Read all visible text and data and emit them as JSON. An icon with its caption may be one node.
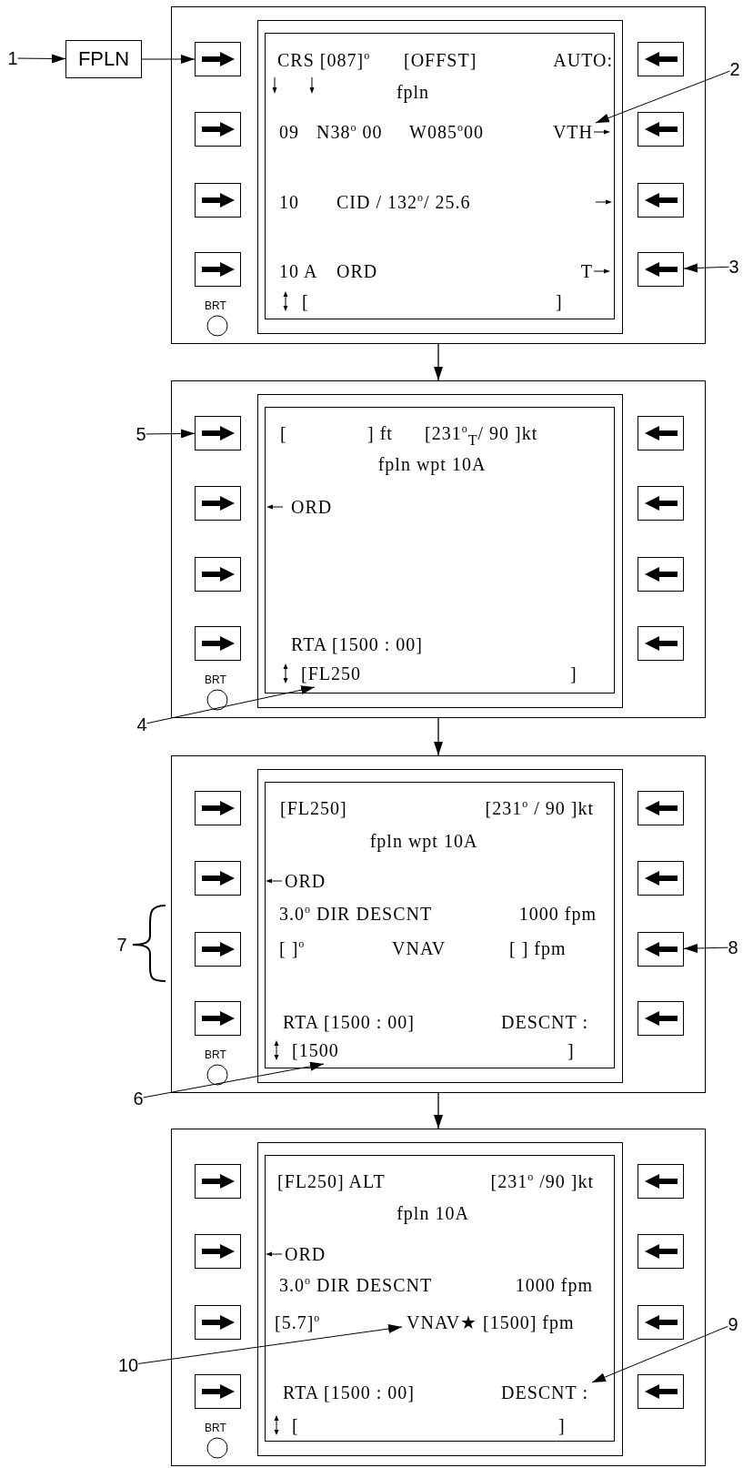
{
  "diagram": {
    "nodes": [
      {
        "text": [
          "1"
        ]
      },
      {
        "text": [
          "FPLN"
        ]
      },
      {
        "text": [
          "2"
        ]
      },
      {
        "text": [
          "3"
        ]
      },
      {
        "text": [],
        "shape": "box"
      },
      {
        "text": [
          "CRS [087]$^{o}$",
          "[OFFST]",
          "AUTO:",
          "fpln",
          "09",
          "N38$^{o}$ 00",
          "W085$^{o}$00",
          "VTH",
          "10",
          "CID / 132$^{o}$/ 25.6",
          "10 A",
          "ORD",
          "T",
          "[",
          "]"
        ],
        "in": 4
      },
      {
        "text": [],
        "shape": "box",
        "in": 4
      },
      {
        "text": [],
        "shape": "box",
        "in": 4
      },
      {
        "text": [],
        "shape": "box",
        "in": 4
      },
      {
        "text": [],
        "shape": "box",
        "in": 4
      },
      {
        "text": [],
        "shape": "box",
        "in": 4
      },
      {
        "text": [],
        "shape": "box",
        "in": 4
      },
      {
        "text": [],
        "shape": "box",
        "in": 4
      },
      {
        "text": [],
        "shape": "box",
        "in": 4
      },
      {
        "text": [
          "5"
        ]
      },
      {
        "text": [
          "4"
        ]
      },
      {
        "text": [],
        "shape": "box"
      },
      {
        "text": [
          "[",
          "] ft",
          "[231$^{o}$$_{T}$/ 90 ]kt",
          "fpln wpt 10A",
          "ORD",
          "RTA [1500 : 00]",
          "[FL250",
          "]"
        ],
        "in": 16
      },
      {
        "text": [],
        "shape": "box",
        "in": 16
      },
      {
        "text": [],
        "shape": "box",
        "in": 16
      },
      {
        "text": [],
        "shape": "box",
        "in": 16
      },
      {
        "text": [],
        "shape": "box",
        "in": 16
      },
      {
        "text": [],
        "shape": "box",
        "in": 16
      },
      {
        "text": [],
        "shape": "box",
        "in": 16
      },
      {
        "text": [],
        "shape": "box",
        "in": 16
      },
      {
        "text": [],
        "shape": "box",
        "in": 16
      },
      {
        "text": [
          "8"
        ]
      },
      {
        "text": [
          "6"
        ]
      },
      {
        "text": [],
        "shape": "box"
      },
      {
        "text": [
          "[FL250]",
          "[231$^{o}$ / 90 ]kt",
          "fpln wpt 10A",
          "ORD",
          "3.0$^{o}$ DIR DESCNT",
          "1000 fpm",
          "[ ]$^{o}$",
          "VNAV",
          "[ ] fpm",
          "RTA [1500 : 00]",
          "DESCNT :",
          "[1500",
          "]"
        ],
        "in": 28
      },
      {
        "text": [],
        "shape": "box",
        "in": 28
      },
      {
        "text": [],
        "shape": "box",
        "in": 28
      },
      {
        "text": [],
        "shape": "box",
        "in": 28
      },
      {
        "text": [],
        "shape": "box",
        "in": 28
      },
      {
        "text": [],
        "shape": "box",
        "in": 28
      },
      {
        "text": [],
        "shape": "box",
        "in": 28
      },
      {
        "text": [],
        "shape": "box",
        "in": 28
      },
      {
        "text": [],
        "shape": "box",
        "in": 28
      },
      {
        "text": [
          "10"
        ]
      },
      {
        "text": [
          "9"
        ]
      },
      {
        "text": [],
        "shape": "box"
      },
      {
        "text": [
          "[FL250] ALT",
          "[231$^{o}$ /90 ]kt",
          "fpln 10A",
          "ORD",
          "3.0$^{o}$ DIR DESCNT",
          "1000 fpm",
          "[5.7]$^{o}$",
          "VNAV★",
          "[1500] fpm",
          "RTA [1500 : 00]",
          "DESCNT :",
          "[",
          "]"
        ],
        "in": 40
      },
      {
        "text": [],
        "shape": "box",
        "in": 40
      },
      {
        "text": [],
        "shape": "box",
        "in": 40
      },
      {
        "text": [],
        "shape": "box",
        "in": 40
      },
      {
        "text": [],
        "shape": "box",
        "in": 40
      },
      {
        "text": [],
        "shape": "box",
        "in": 40
      },
      {
        "text": [],
        "shape": "box",
        "in": 40
      },
      {
        "text": [],
        "shape": "box",
        "in": 40
      },
      {
        "text": [],
        "shape": "box",
        "in": 40
      }
    ],
    "edges": [
      {
        "from": 0,
        "to": 1,
        "arrow": "to"
      },
      {
        "from": 1,
        "to": 6,
        "arrow": "to"
      },
      {
        "from": 2,
        "to": 5,
        "arrow": "to"
      },
      {
        "from": 3,
        "to": 13,
        "arrow": "to"
      },
      {
        "from": 4,
        "to": 16,
        "arrow": "to"
      },
      {
        "from": 14,
        "to": 18,
        "arrow": "to"
      },
      {
        "from": 15,
        "to": 17,
        "arrow": "to"
      },
      {
        "from": 16,
        "to": 28,
        "arrow": "to"
      },
      {
        "from": 26,
        "to": 35,
        "arrow": "to"
      },
      {
        "from": 27,
        "to": 29,
        "arrow": "to"
      },
      {
        "from": 28,
        "to": 40,
        "arrow": "to"
      },
      {
        "from": 38,
        "to": 41,
        "arrow": "to"
      },
      {
        "from": 39,
        "to": 41,
        "arrow": "to"
      }
    ],
    "labels": [
      "BRT",
      "BRT",
      "7",
      "BRT",
      "BRT"
    ]
  }
}
